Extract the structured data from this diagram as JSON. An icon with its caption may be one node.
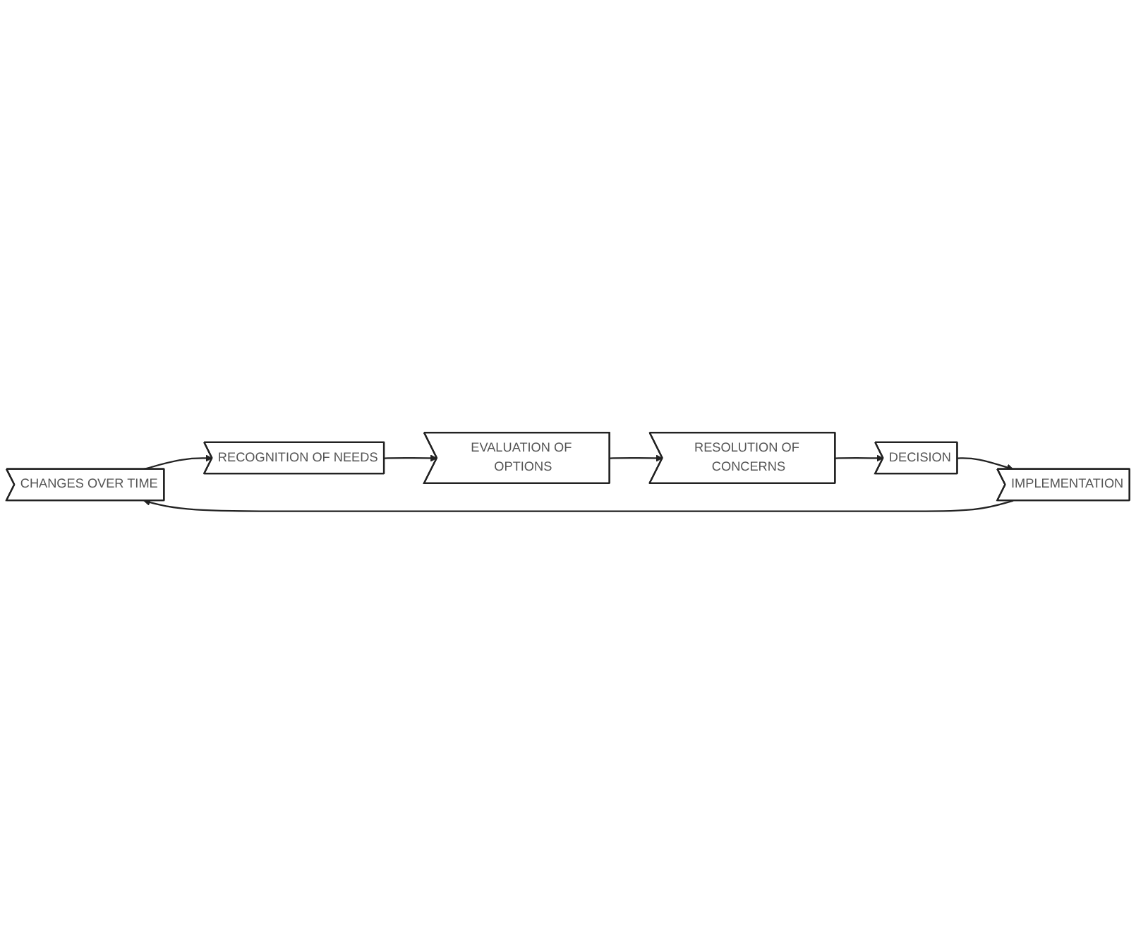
{
  "diagram": {
    "nodes": [
      {
        "text": [
          "CHANGES OVER TIME"
        ]
      },
      {
        "text": [
          "RECOGNITION OF NEEDS"
        ]
      },
      {
        "text": [
          "EVALUATION OF OPTIONS"
        ]
      },
      {
        "text": [
          "RESOLUTION OF CONCERNS"
        ]
      },
      {
        "text": [
          "DECISION"
        ]
      },
      {
        "text": [
          "IMPLEMENTATION"
        ]
      }
    ],
    "edges": [
      {
        "from": 0,
        "to": 1,
        "arrow": "to"
      },
      {
        "from": 1,
        "to": 2,
        "arrow": "to"
      },
      {
        "from": 2,
        "to": 3,
        "arrow": "to"
      },
      {
        "from": 3,
        "to": 4,
        "arrow": "to"
      },
      {
        "from": 4,
        "to": 5,
        "arrow": "to"
      },
      {
        "from": 5,
        "to": 0,
        "arrow": "to"
      }
    ]
  }
}
